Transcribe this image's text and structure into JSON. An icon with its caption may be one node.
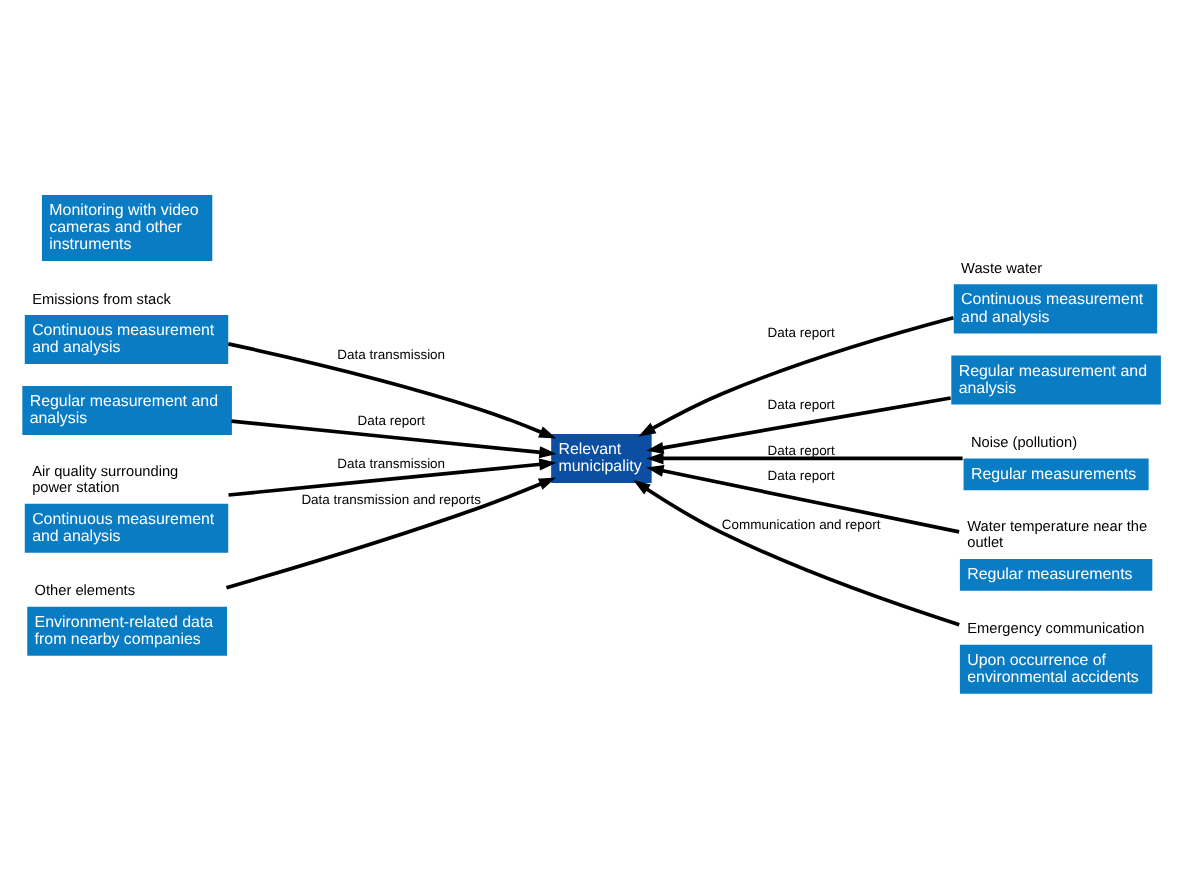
{
  "diagram": {
    "nodes": [
      {
        "text": [
          "Relevant municipality"
        ]
      },
      {
        "text": [
          "Emissions from stack",
          "Continuous measurement and analysis"
        ]
      },
      {
        "text": [
          "Regular measurement and analysis"
        ]
      },
      {
        "text": [
          "Monitoring with video cameras and other instruments"
        ]
      },
      {
        "text": [
          "Air quality surrounding power station",
          "Continuous measurement and analysis"
        ]
      },
      {
        "text": [
          "Other elements",
          "Environment-related data from nearby companies"
        ]
      },
      {
        "text": [
          "Waste water",
          "Continuous measurement and analysis"
        ]
      },
      {
        "text": [
          "Regular measurement and analysis"
        ]
      },
      {
        "text": [
          "Noise (pollution)",
          "Regular measurements"
        ]
      },
      {
        "text": [
          "Water temperature near the outlet",
          "Regular measurements"
        ]
      },
      {
        "text": [
          "Emergency communication",
          "Upon occurrence of environmental accidents"
        ]
      }
    ],
    "edges": [
      {
        "from": 1,
        "to": 0,
        "arrow": "to",
        "label": "Data transmission"
      },
      {
        "from": 2,
        "to": 0,
        "arrow": "to",
        "label": "Data report"
      },
      {
        "from": 4,
        "to": 0,
        "arrow": "to",
        "label": "Data transmission"
      },
      {
        "from": 5,
        "to": 0,
        "arrow": "to",
        "label": "Data transmission and reports"
      },
      {
        "from": 6,
        "to": 0,
        "arrow": "to",
        "label": "Data report"
      },
      {
        "from": 7,
        "to": 0,
        "arrow": "to",
        "label": "Data report"
      },
      {
        "from": 8,
        "to": 0,
        "arrow": "to",
        "label": "Data report"
      },
      {
        "from": 9,
        "to": 0,
        "arrow": "to",
        "label": "Data report"
      },
      {
        "from": 10,
        "to": 0,
        "arrow": "to",
        "label": "Communication and report"
      }
    ]
  }
}
